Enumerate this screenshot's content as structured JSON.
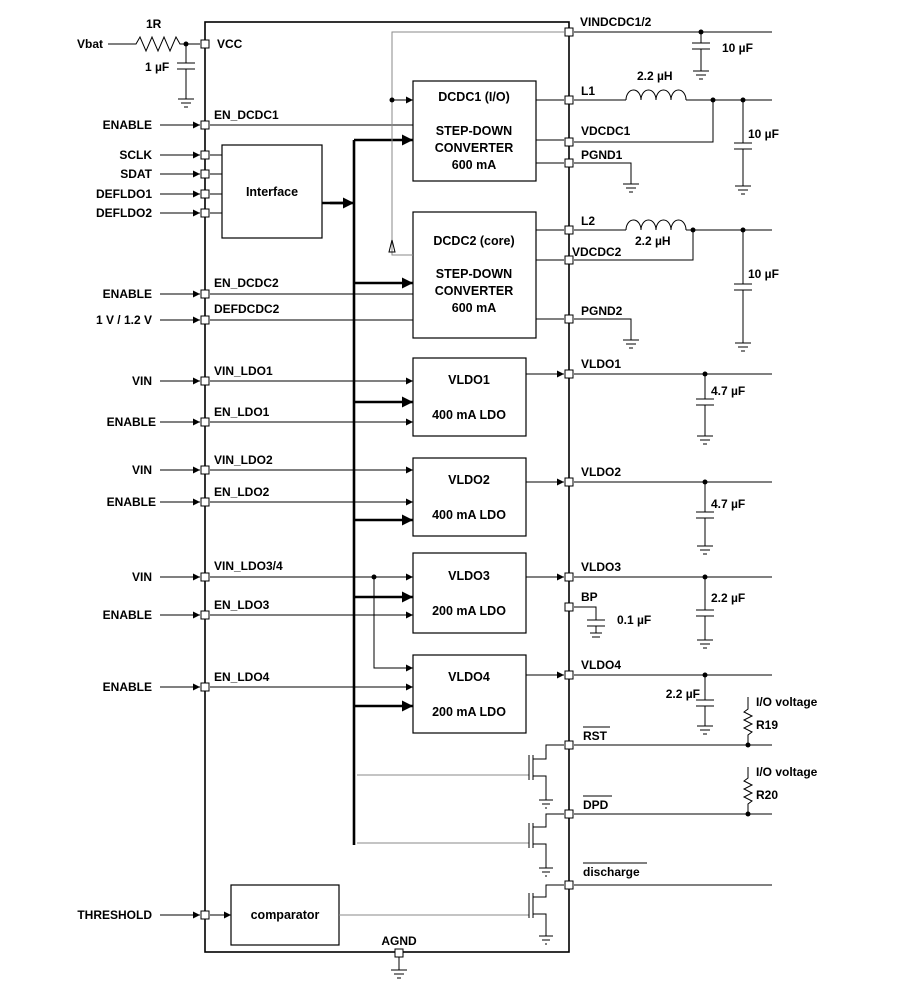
{
  "inputs": {
    "vbat": "Vbat",
    "enable": "ENABLE",
    "sclk": "SCLK",
    "sdat": "SDAT",
    "defldo1": "DEFLDO1",
    "defldo2": "DEFLDO2",
    "dcdc2_voltage": "1 V / 1.2 V",
    "vin": "VIN",
    "threshold": "THRESHOLD"
  },
  "components": {
    "r_vbat": "1R",
    "c_vcc": "1 µF",
    "c_vindcdc": "10 µF",
    "l1": "2.2 µH",
    "c_dcdc1": "10 µF",
    "l2": "2.2 µH",
    "c_dcdc2": "10 µF",
    "c_ldo1": "4.7 µF",
    "c_ldo2": "4.7 µF",
    "c_ldo3": "2.2 µF",
    "c_bp": "0.1 µF",
    "c_ldo4": "2.2 µF",
    "io_voltage": "I/O voltage",
    "r19": "R19",
    "r20": "R20"
  },
  "pins": {
    "vcc": "VCC",
    "en_dcdc1": "EN_DCDC1",
    "en_dcdc2": "EN_DCDC2",
    "defdcdc2": "DEFDCDC2",
    "vin_ldo1": "VIN_LDO1",
    "en_ldo1": "EN_LDO1",
    "vin_ldo2": "VIN_LDO2",
    "en_ldo2": "EN_LDO2",
    "vin_ldo34": "VIN_LDO3/4",
    "en_ldo3": "EN_LDO3",
    "en_ldo4": "EN_LDO4",
    "vindcdc12": "VINDCDC1/2",
    "l1": "L1",
    "vdcdc1": "VDCDC1",
    "pgnd1": "PGND1",
    "l2": "L2",
    "vdcdc2": "VDCDC2",
    "pgnd2": "PGND2",
    "vldo1": "VLDO1",
    "vldo2": "VLDO2",
    "vldo3": "VLDO3",
    "bp": "BP",
    "vldo4": "VLDO4",
    "rst": "RST",
    "dpd": "DPD",
    "discharge": "discharge",
    "agnd": "AGND"
  },
  "blocks": {
    "interface": "Interface",
    "dcdc1": {
      "title": "DCDC1 (I/O)",
      "line1": "STEP-DOWN",
      "line2": "CONVERTER",
      "current": "600 mA"
    },
    "dcdc2": {
      "title": "DCDC2 (core)",
      "line1": "STEP-DOWN",
      "line2": "CONVERTER",
      "current": "600 mA"
    },
    "vldo1": {
      "title": "VLDO1",
      "rating": "400 mA LDO"
    },
    "vldo2": {
      "title": "VLDO2",
      "rating": "400 mA LDO"
    },
    "vldo3": {
      "title": "VLDO3",
      "rating": "200 mA LDO"
    },
    "vldo4": {
      "title": "VLDO4",
      "rating": "200 mA LDO"
    },
    "comparator": "comparator"
  }
}
